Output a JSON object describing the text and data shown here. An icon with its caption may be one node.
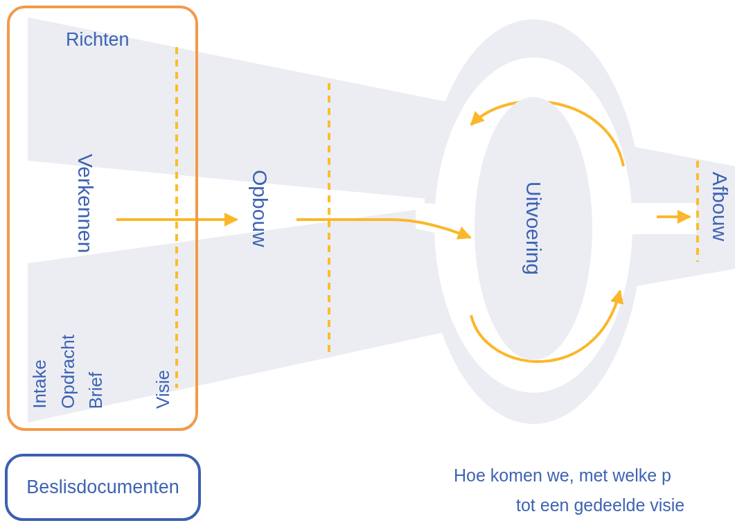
{
  "diagram": {
    "nodes": [
      {
        "text": [],
        "shape": "box"
      },
      {
        "text": [
          "Verkennen"
        ],
        "in": 0
      },
      {
        "text": [
          "Opbouw"
        ]
      },
      {
        "text": [
          "Uitvoering"
        ]
      },
      {
        "text": [
          "Afbouw"
        ]
      },
      {
        "text": [
          "Beslisdocumenten"
        ]
      }
    ],
    "edges": [
      {
        "from": 1,
        "to": 2,
        "arrow": "to"
      },
      {
        "from": 2,
        "to": 3,
        "arrow": "to"
      },
      {
        "from": null,
        "to": 4,
        "arrow": "to"
      }
    ],
    "labels": [
      "Richten",
      "Intake",
      "Opdracht",
      "Brief",
      "Visie",
      "Hoe komen we, met welke p",
      "tot een gedeelde visie"
    ]
  }
}
